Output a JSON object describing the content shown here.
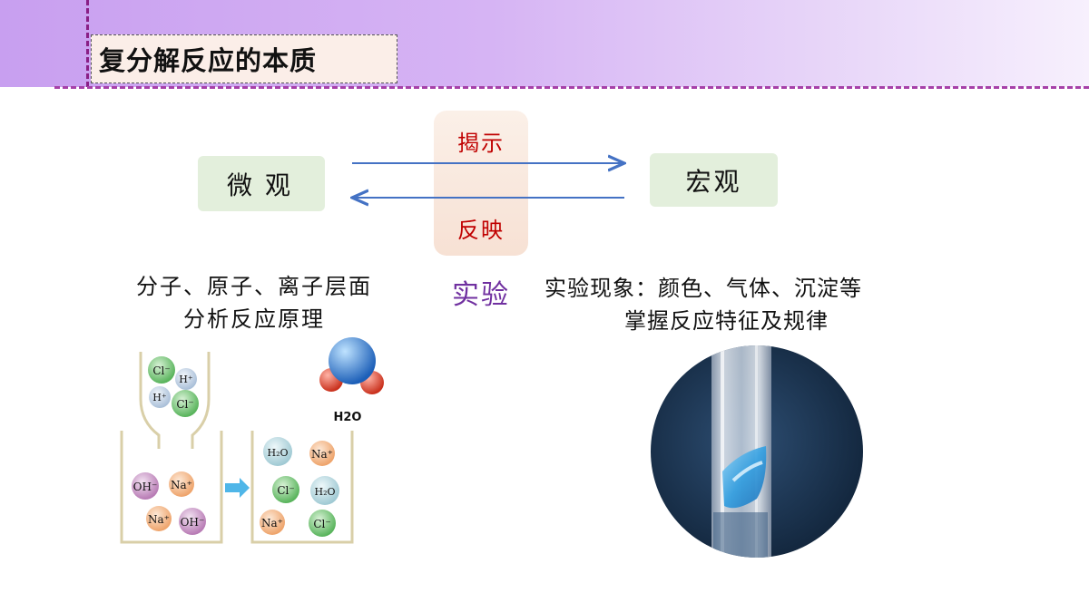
{
  "title": "复分解反应的本质",
  "left_box": "微观",
  "right_box": "宏观",
  "arrow_top_label": "揭示",
  "arrow_bottom_label": "反映",
  "center_label": "实验",
  "left_caption": {
    "line1": "分子、原子、离子层面",
    "line2": "分析反应原理"
  },
  "right_caption": {
    "line1": "实验现象：颜色、气体、沉淀等",
    "line2": "掌握反应特征及规律"
  },
  "diagram": {
    "water_label": "H2O",
    "funnel_ions": [
      "Cl⁻",
      "H⁺",
      "H⁺",
      "Cl⁻"
    ],
    "beaker_left_ions": [
      "OH⁻",
      "Na⁺",
      "Na⁺",
      "OH⁻"
    ],
    "beaker_right_ions": [
      "H₂O",
      "Na⁺",
      "Cl⁻",
      "H₂O",
      "Na⁺",
      "Cl⁻"
    ]
  },
  "colors": {
    "header_purple": "#c89ff0",
    "box_green": "#e3efdc",
    "arrow_blue": "#4472c4",
    "label_red": "#c00000",
    "experiment_purple": "#7030a0"
  }
}
